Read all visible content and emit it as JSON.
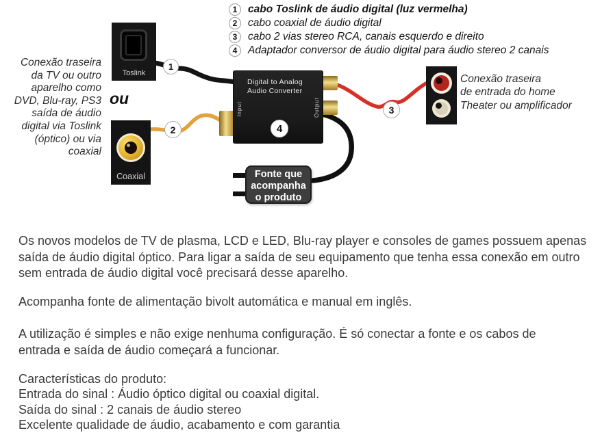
{
  "legend": {
    "items": [
      {
        "num": "1",
        "label": "cabo Toslink de áudio digital (luz vermelha)"
      },
      {
        "num": "2",
        "label": "cabo coaxial de áudio digital"
      },
      {
        "num": "3",
        "label": "cabo 2 vias stereo RCA, canais esquerdo e direito"
      },
      {
        "num": "4",
        "label": "Adaptador conversor de áudio digital para áudio stereo 2 canais"
      }
    ]
  },
  "diagram": {
    "left_note": "Conexão traseira\nda TV  ou outro\naparelho como\nDVD, Blu-ray, PS3\nsaída de áudio\ndigital via Toslink\n(óptico) ou via\ncoaxial",
    "or_label": "ou",
    "toslink_label": "Toslink",
    "coaxial_label": "Coaxial",
    "converter_title": "Digital  to Analog\nAudio Converter",
    "input_label": "Input",
    "output_label": "Output",
    "power_label": "Fonte que\nacompanha\no produto",
    "right_note": "Conexão traseira\nde entrada do home\nTheater ou amplificador",
    "markers": {
      "m1": "1",
      "m2": "2",
      "m3": "3",
      "m4": "4"
    },
    "colors": {
      "toslink_cable": "#141414",
      "coaxial_cable": "#e2a23c",
      "rca_cable": "#d53127",
      "power_cable": "#101010"
    }
  },
  "body": {
    "p1": "Os novos modelos de TV de plasma, LCD e LED, Blu-ray player e consoles de games possuem apenas\nsaída de áudio digital óptico. Para ligar a saída de seu equipamento que tenha essa conexão em outro\nsem entrada de áudio digital você precisará desse aparelho.",
    "p2": "Acompanha fonte de alimentação bivolt automática e manual em inglês.",
    "p3": "A utilização é simples e não exige nenhuma configuração. É só conectar a fonte e os cabos de\nentrada e saída de áudio começará a funcionar.",
    "p4": "Características do produto:\nEntrada do sinal : Áudio óptico digital ou coaxial digital.\nSaída do sinal : 2 canais de áudio stereo\nExcelente qualidade de áudio, acabamento e com garantia"
  }
}
